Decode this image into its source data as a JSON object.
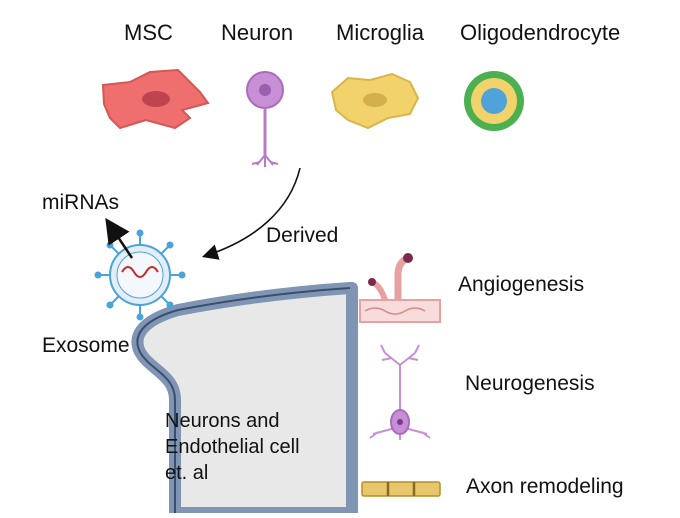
{
  "source_cells": [
    {
      "name": "MSC",
      "icon": "msc-cell-icon"
    },
    {
      "name": "Neuron",
      "icon": "neuron-cell-icon"
    },
    {
      "name": "Microglia",
      "icon": "microglia-cell-icon"
    },
    {
      "name": "Oligodendrocyte",
      "icon": "oligodendrocyte-cell-icon"
    }
  ],
  "labels": {
    "mirnas": "miRNAs",
    "derived": "Derived",
    "exosome": "Exosome",
    "target_line1": "Neurons and",
    "target_line2": "Endothelial cell",
    "target_line3": "et. al"
  },
  "effects": [
    {
      "name": "Angiogenesis",
      "icon": "angiogenesis-icon"
    },
    {
      "name": "Neurogenesis",
      "icon": "neurogenesis-icon"
    },
    {
      "name": "Axon remodeling",
      "icon": "axon-remodeling-icon"
    }
  ],
  "colors": {
    "msc": "#ef6f6f",
    "neuron": "#c98fd6",
    "microglia": "#f2d36b",
    "oligo_outer": "#4caf50",
    "oligo_inner": "#4fa3d9",
    "exosome": "#4aa3d9",
    "target_membrane": "#7f95b3",
    "target_fill": "#e8e8e8"
  }
}
